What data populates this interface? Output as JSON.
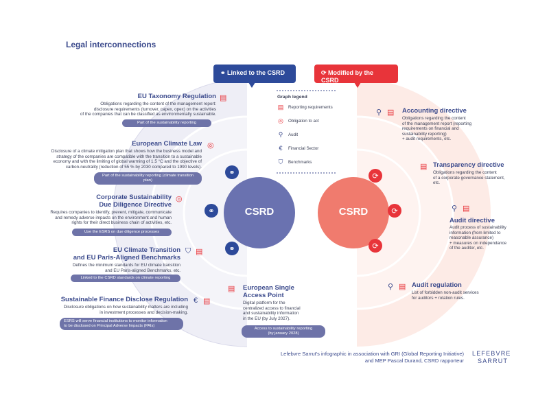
{
  "page_title": "Legal interconnections",
  "tags": {
    "linked": "Linked to the CSRD",
    "modified": "Modified by the CSRD"
  },
  "center": {
    "left_label": "CSRD",
    "right_label": "CSRD"
  },
  "legend": {
    "title": "Graph legend",
    "items": [
      {
        "label": "Reporting requirements",
        "icon": "report-icon"
      },
      {
        "label": "Obligation to act",
        "icon": "obligation-icon"
      },
      {
        "label": "Audit",
        "icon": "audit-icon"
      },
      {
        "label": "Financial Sector",
        "icon": "euro-icon"
      },
      {
        "label": "Benchmarks",
        "icon": "shield-icon"
      }
    ]
  },
  "left_items": [
    {
      "title": "EU Taxonomy  Regulation",
      "body": [
        "Obligations regarding the content of the management report:",
        "disclosure requirements (turnover, capex, opex) on the activities",
        "of the companies that can be classified as environmentally sustainable."
      ],
      "pill": [
        "Part of the sustainability reporting"
      ]
    },
    {
      "title": "European Climate Law",
      "body": [
        "Disclosure of a climate mitigation plan that shows how the business model and",
        "strategy of the companies are compatible with the transition to a sustainable",
        "economy and with the limiting of global warming of 1.5 °C and the objective of",
        "carbon-neutrality (reduction of 55 % by 2030 compared to 1990 levels)."
      ],
      "pill": [
        "Part of the sustainability reporting (climate transition plan)"
      ]
    },
    {
      "title": [
        "Corporate Sustainability",
        "Due Diligence Directive"
      ],
      "body": [
        "Requires companies to identify, prevent, mitigate, communicate",
        "and remedy adverse impacts on the environment and human",
        "rights for their direct business chain of activities, etc."
      ],
      "pill": [
        "Use the ESRS on due diligence processes"
      ]
    },
    {
      "title": [
        "EU Climate Transition",
        "and EU Paris-Aligned Benchmarks"
      ],
      "body": [
        "Defines the minimum standards for EU climate transition",
        "and EU Paris-aligned Benchmarks, etc."
      ],
      "pill": [
        "Linked to the CSRD standards on climate reporting"
      ]
    },
    {
      "title": "Sustainable Finance Disclose Regulation",
      "body": [
        "Disclosure obligations on how sustainability matters are including",
        "in investment processes and decision-making."
      ],
      "pill": [
        "ESRS will serve financial institutions to monitor information",
        "to be disclosed on Principal Adverse Impacts (PAIs)"
      ]
    }
  ],
  "esap": {
    "title": [
      "European Single",
      "Access Point"
    ],
    "body": [
      "Digital platform for the",
      "centralized access to financial",
      "and sustainability information",
      "in the EU (by July 2027)."
    ],
    "pill": [
      "Access to sustainability reporting",
      "(by january 2028)"
    ]
  },
  "right_items": [
    {
      "title": "Accounting directive",
      "body": [
        "Obligations regarding the content",
        "of the management report (reporting",
        "requirements on financial and",
        "sustainability reporting)",
        "+ audit requirements, etc."
      ]
    },
    {
      "title": "Transparency directive",
      "body": [
        "Obligations regarding the content",
        "of a corporate governance statement,",
        "etc."
      ]
    },
    {
      "title": "Audit directive",
      "body": [
        "Audit process of sustainability",
        "information (from limited to",
        "reasonable assurance)",
        "+ measures on independance",
        "of the auditor, etc."
      ]
    },
    {
      "title": "Audit regulation",
      "body": [
        "List of forbidden non-audit services",
        "for auditors + rotation rules."
      ]
    }
  ],
  "footer": {
    "line1": "Lefebvre Sarrut's infographic in association with GRI (Global Reporting Initiative)",
    "line2": "and MEP Pascal Durand, CSRD rapporteur",
    "logo_line1": "LEFEBVRE",
    "logo_line2": "SARRUT"
  },
  "colors": {
    "navy": "#3b4a8c",
    "blue_circle": "#6a72b0",
    "red_circle": "#f07b6e",
    "red_tag": "#e8343a",
    "blue_tag": "#2d4a9a",
    "pill": "#6e73a8"
  }
}
